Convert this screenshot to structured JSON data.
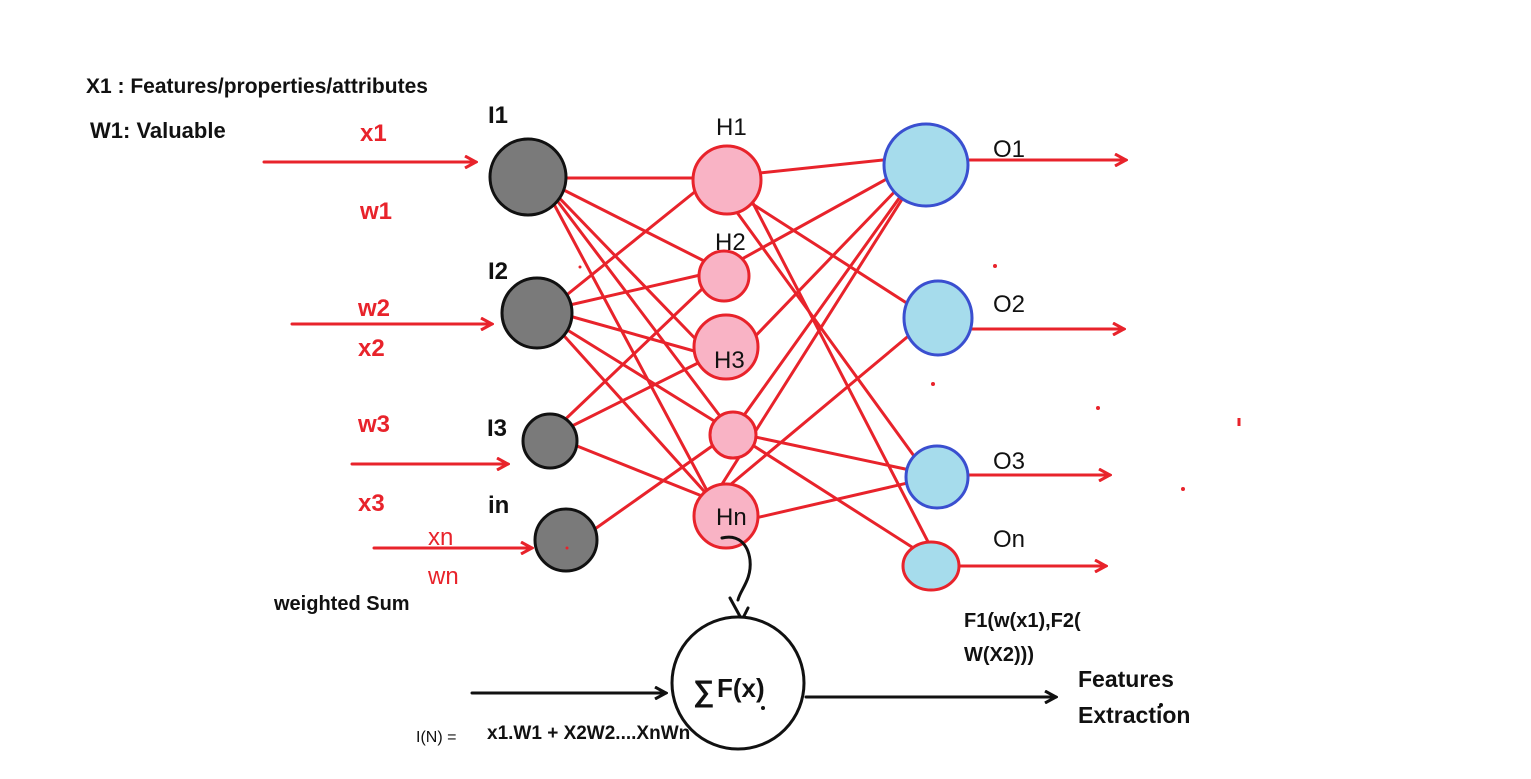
{
  "notes": {
    "features_note": "X1 : Features/properties/attributes",
    "weights_note": "W1: Valuable"
  },
  "inputs": {
    "x1": "x1",
    "w1": "w1",
    "w2": "w2",
    "x2": "x2",
    "w3": "w3",
    "x3": "x3",
    "xn": "xn",
    "wn": "wn"
  },
  "input_nodes": [
    "I1",
    "I2",
    "I3",
    "in"
  ],
  "hidden_nodes": [
    "H1",
    "H2",
    "H3",
    "Hn"
  ],
  "output_nodes": [
    "O1",
    "O2",
    "O3",
    "On"
  ],
  "summation": {
    "label": "weighted Sum",
    "symbol": "∑",
    "function": "F(x)",
    "formula_prefix": "I(N) =",
    "formula": "x1.W1 + X2W2....XnWn",
    "output_label_line1": "Features",
    "output_label_line2": "Extraction",
    "composition_line1": "F1(w(x1),F2(",
    "composition_line2": "W(X2)))"
  },
  "colors": {
    "connection": "#e8232b",
    "input_node_fill": "#7a7a7a",
    "input_node_stroke": "#111111",
    "hidden_node_fill": "#f9b3c5",
    "hidden_node_stroke": "#e8232b",
    "output_node_fill": "#a6dcec",
    "output_node_stroke_blue": "#3a4fd0",
    "output_node_stroke_red": "#e8232b"
  }
}
